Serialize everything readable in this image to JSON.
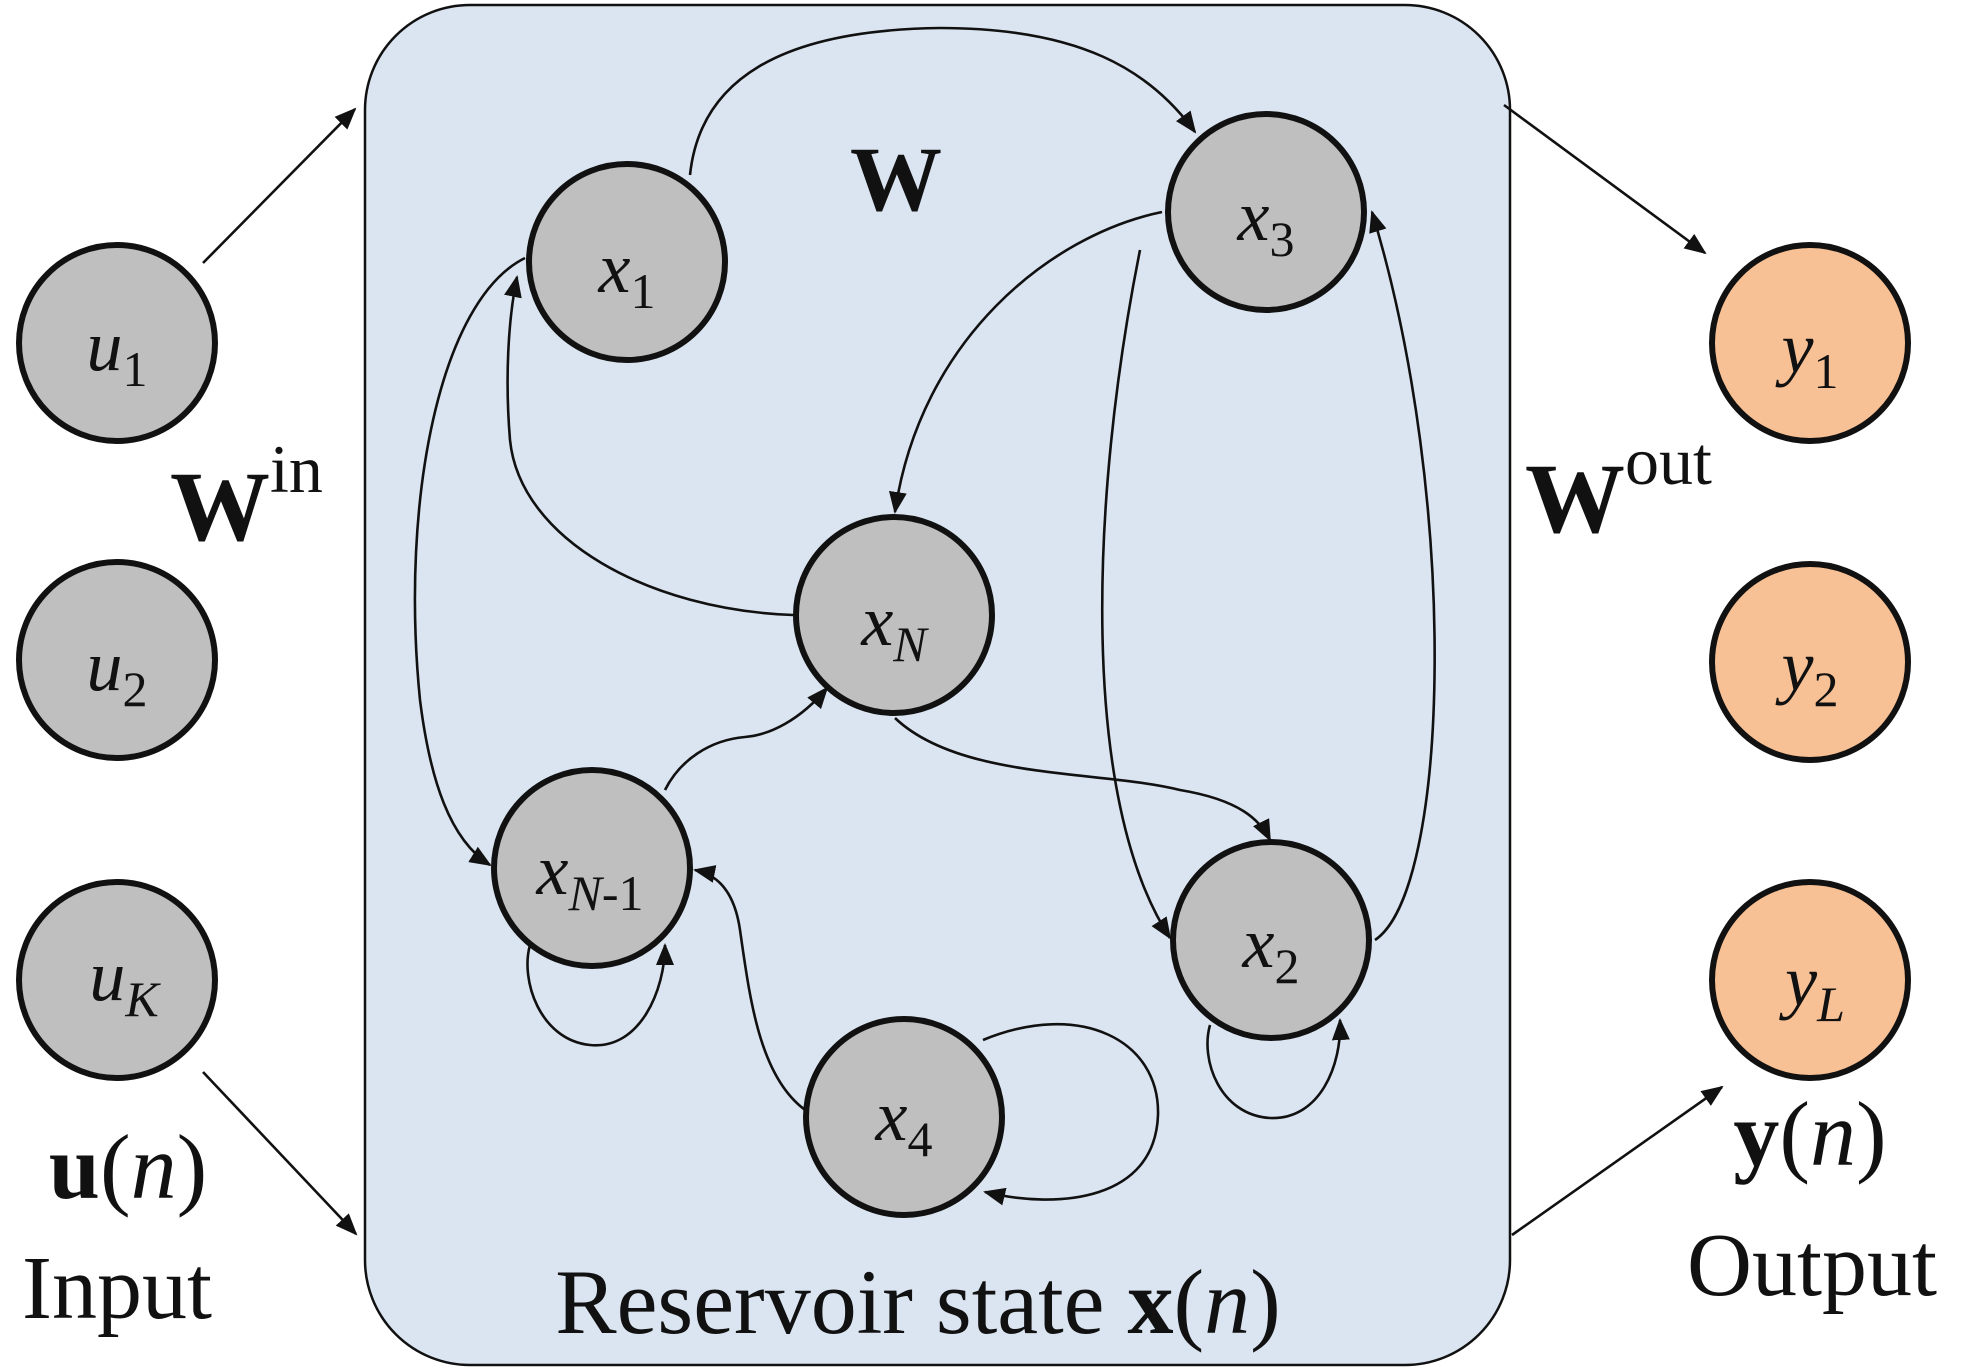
{
  "diagram": {
    "input": {
      "nodes": [
        {
          "base": "u",
          "sub": "1"
        },
        {
          "base": "u",
          "sub": "2"
        },
        {
          "base": "u",
          "sub": "K"
        }
      ],
      "vector_symbol": "u",
      "vector_arg": "n",
      "caption": "Input"
    },
    "input_weights": {
      "symbol": "W",
      "superscript": "in"
    },
    "reservoir": {
      "nodes": [
        {
          "id": "x1",
          "base": "x",
          "sub": "1"
        },
        {
          "id": "x3",
          "base": "x",
          "sub": "3"
        },
        {
          "id": "xN",
          "base": "x",
          "sub": "N"
        },
        {
          "id": "xN1",
          "base": "x",
          "sub": "N",
          "sub_suffix": "-1"
        },
        {
          "id": "x2",
          "base": "x",
          "sub": "2"
        },
        {
          "id": "x4",
          "base": "x",
          "sub": "4"
        }
      ],
      "weights_symbol": "W",
      "caption": "Reservoir state ",
      "vector_symbol": "x",
      "vector_arg": "n"
    },
    "output_weights": {
      "symbol": "W",
      "superscript": "out"
    },
    "output": {
      "nodes": [
        {
          "base": "y",
          "sub": "1"
        },
        {
          "base": "y",
          "sub": "2"
        },
        {
          "base": "y",
          "sub": "L"
        }
      ],
      "vector_symbol": "y",
      "vector_arg": "n",
      "caption": "Output"
    },
    "colors": {
      "reservoir_fill": "#dbe5f1",
      "node_fill": "#bfbfbf",
      "output_fill": "#f8c195",
      "stroke": "#111111"
    }
  }
}
